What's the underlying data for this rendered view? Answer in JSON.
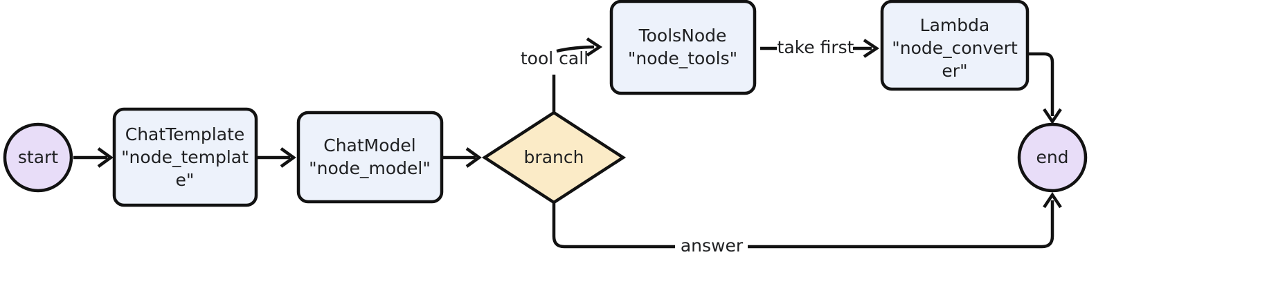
{
  "diagram": {
    "type": "flowchart",
    "orientation": "left-to-right",
    "background_color": "#ffffff",
    "stroke_color": "#121212",
    "text_color": "#1f2022",
    "palette": {
      "terminal_fill": "#e8ddf8",
      "process_fill": "#edf2fb",
      "decision_fill": "#fbebc7"
    },
    "nodes": [
      {
        "id": "start",
        "shape": "circle",
        "label": "start",
        "lines": [
          "start"
        ],
        "fill": "#e8ddf8"
      },
      {
        "id": "node_template",
        "shape": "rounded-rect",
        "label": "ChatTemplate \"node_template\"",
        "lines": [
          "ChatTemplate",
          "\"node_templat",
          "e\""
        ],
        "fill": "#edf2fb"
      },
      {
        "id": "node_model",
        "shape": "rounded-rect",
        "label": "ChatModel \"node_model\"",
        "lines": [
          "ChatModel",
          "\"node_model\""
        ],
        "fill": "#edf2fb"
      },
      {
        "id": "branch",
        "shape": "diamond",
        "label": "branch",
        "lines": [
          "branch"
        ],
        "fill": "#fbebc7"
      },
      {
        "id": "node_tools",
        "shape": "rounded-rect",
        "label": "ToolsNode \"node_tools\"",
        "lines": [
          "ToolsNode",
          "\"node_tools\""
        ],
        "fill": "#edf2fb"
      },
      {
        "id": "node_converter",
        "shape": "rounded-rect",
        "label": "Lambda \"node_converter\"",
        "lines": [
          "Lambda",
          "\"node_convert",
          "er\""
        ],
        "fill": "#edf2fb"
      },
      {
        "id": "end",
        "shape": "circle",
        "label": "end",
        "lines": [
          "end"
        ],
        "fill": "#e8ddf8"
      }
    ],
    "edges": [
      {
        "id": "e1",
        "from": "start",
        "to": "node_template",
        "label": ""
      },
      {
        "id": "e2",
        "from": "node_template",
        "to": "node_model",
        "label": ""
      },
      {
        "id": "e3",
        "from": "node_model",
        "to": "branch",
        "label": ""
      },
      {
        "id": "e4",
        "from": "branch",
        "to": "node_tools",
        "label": "tool call"
      },
      {
        "id": "e5",
        "from": "node_tools",
        "to": "node_converter",
        "label": "take first"
      },
      {
        "id": "e6",
        "from": "node_converter",
        "to": "end",
        "label": ""
      },
      {
        "id": "e7",
        "from": "branch",
        "to": "end",
        "label": "answer"
      }
    ],
    "edge_labels": {
      "tool_call": "tool call",
      "take_first": "take first",
      "answer": "answer"
    }
  }
}
